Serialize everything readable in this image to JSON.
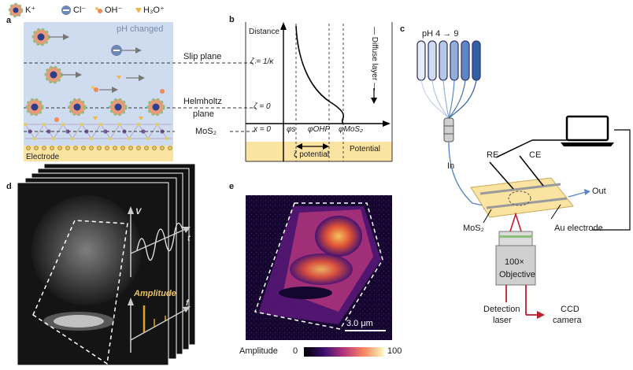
{
  "legend": {
    "k": "K⁺",
    "cl": "Cl⁻",
    "oh": "OH⁻",
    "h3o": "H₃O⁺"
  },
  "panels": {
    "a": "a",
    "b": "b",
    "c": "c",
    "d": "d",
    "e": "e"
  },
  "panel_a": {
    "ph_changed": "pH changed",
    "slip_plane": "Slip plane",
    "helmholtz_1": "Helmholtz",
    "helmholtz_2": "plane",
    "mos2": "MoS₂",
    "electrode": "Electrode"
  },
  "panel_b": {
    "distance": "Distance",
    "zeta_kappa": "ζ = 1/κ",
    "zeta_zero": "ζ = 0",
    "x_zero": "x = 0",
    "phi_s": "φs",
    "phi_ohp": "φOHP",
    "phi_mos2": "φMoS₂",
    "diffuse": "— Diffuse layer —",
    "zeta_potential": "ζ potential",
    "potential": "Potential"
  },
  "panel_c": {
    "ph_range": "pH 4 → 9",
    "in": "In",
    "out": "Out",
    "re": "RE",
    "ce": "CE",
    "mos2": "MoS₂",
    "au": "Au electrode",
    "obj1": "100×",
    "obj2": "Objective",
    "det1": "Detection",
    "det2": "laser",
    "ccd1": "CCD",
    "ccd2": "camera",
    "fiber_colors": [
      "#e6edf7",
      "#cfdcef",
      "#b3c8e6",
      "#90b0db",
      "#5d87c4",
      "#2f5fa6"
    ]
  },
  "panel_d": {
    "v": "V",
    "t": "t",
    "amplitude": "Amplitude",
    "f": "f"
  },
  "panel_e": {
    "scale": "3.0 μm",
    "colorbar_label": "Amplitude",
    "min": "0",
    "max": "100"
  }
}
